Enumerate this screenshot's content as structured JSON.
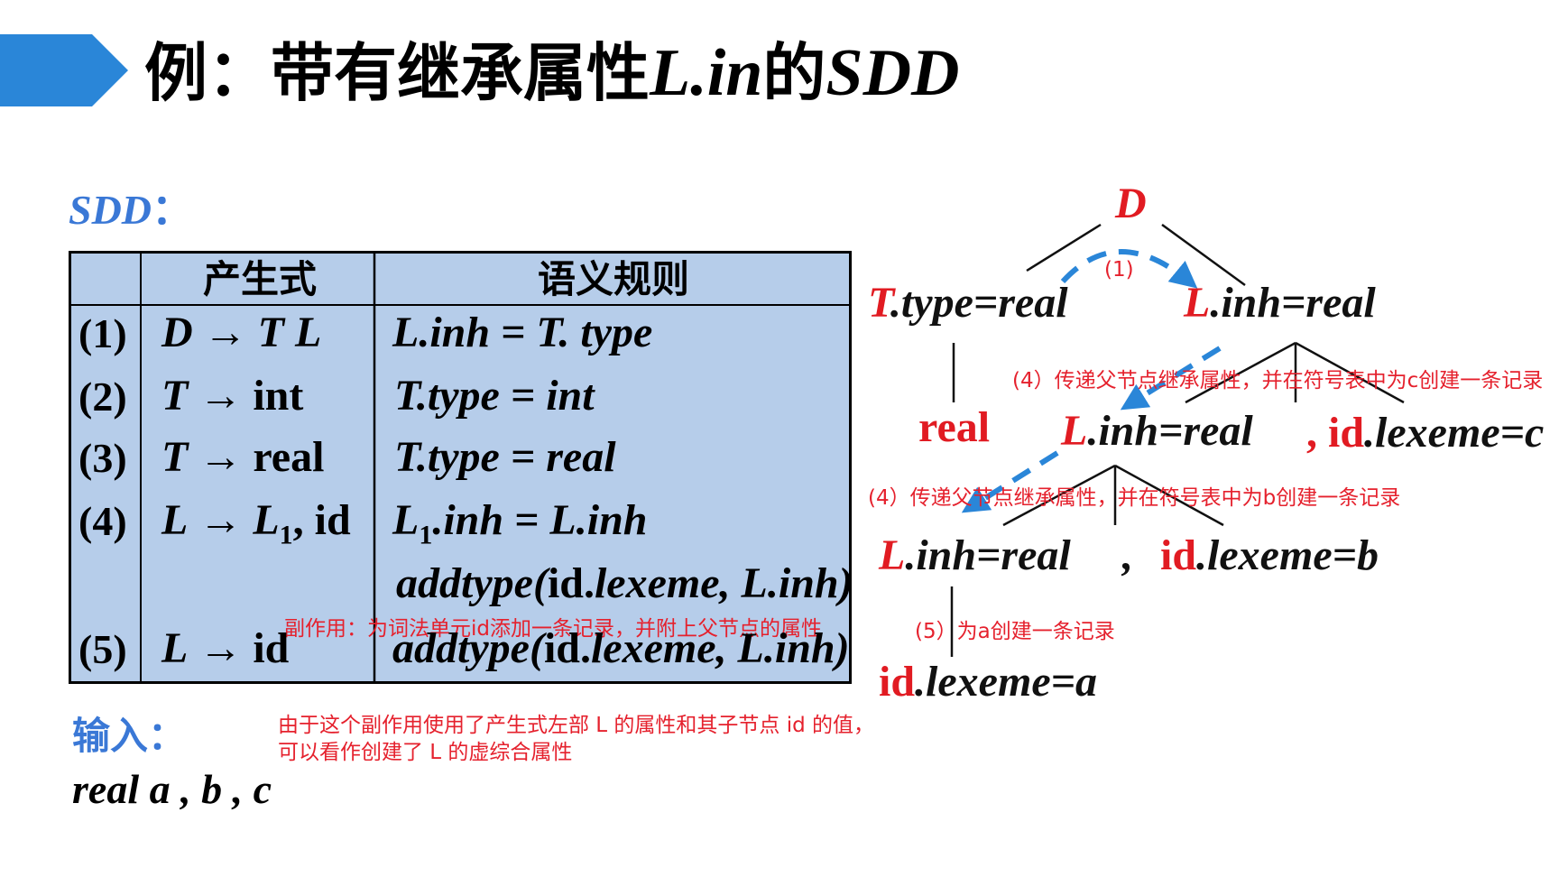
{
  "title": {
    "prefix": "例：带有继承属性",
    "attr": "L.in",
    "mid": "的",
    "suffix": "SDD"
  },
  "sdd_label": "SDD",
  "sdd_colon": "：",
  "table": {
    "headers": [
      "",
      "产生式",
      "语义规则"
    ],
    "rows": [
      {
        "num": "(1)",
        "lhs": "D",
        "arrow": "→",
        "rhs": "T L",
        "rule": "L.inh = T. type"
      },
      {
        "num": "(2)",
        "lhs": "T",
        "arrow": "→",
        "rhs": "int",
        "rule_a": "T.type",
        "rule_b": " = int"
      },
      {
        "num": "(3)",
        "lhs": "T",
        "arrow": "→",
        "rhs": "real",
        "rule_a": "T.type",
        "rule_b": " = real"
      },
      {
        "num": "(4)",
        "lhs": "L",
        "arrow": "→",
        "rhs_a": "L",
        "rhs_sub": "1",
        "rhs_b": ", id",
        "rule_a": "L",
        "rule_sub": "1",
        "rule_b": ".inh = L.inh",
        "rule2_a": "addtype(",
        "rule2_b": "id.",
        "rule2_c": "lexeme, L.inh)"
      },
      {
        "num": "(5)",
        "lhs": "L",
        "arrow": "→",
        "rhs": "id",
        "rule2_a": "addtype(",
        "rule2_b": "id.",
        "rule2_c": "lexeme, L.inh)"
      }
    ],
    "side_effect_note": "副作用：为词法单元id添加一条记录，并附上父节点的属性"
  },
  "input_label": "输入：",
  "input_value": "real a , b , c",
  "input_note_line1": "由于这个副作用使用了产生式左部 L 的属性和其子节点 id 的值，",
  "input_note_line2": "可以看作创建了 L 的虚综合属性",
  "tree": {
    "root": "D",
    "edge1_label": "(1)",
    "t_node_head": "T",
    "t_node_tail": ".type=real",
    "l1_head": "L",
    "l1_tail": ".inh=real",
    "real_leaf": "real",
    "note_c": "(4）传递父节点继承属性，并在符号表中为c创建一条记录",
    "l2_head": "L",
    "l2_tail": ".inh=real",
    "comma1": ",",
    "id_c_head": "id",
    "id_c_tail": ".lexeme=c",
    "note_b": "(4）传递父节点继承属性，并在符号表中为b创建一条记录",
    "l3_head": "L",
    "l3_tail": ".inh=real",
    "comma2": ",",
    "id_b_head": "id",
    "id_b_tail": ".lexeme=b",
    "note_a": "(5）为a创建一条记录",
    "id_a_head": "id",
    "id_a_tail": ".lexeme=a"
  },
  "colors": {
    "accent_blue": "#2a86d8",
    "label_blue": "#3a78d6",
    "table_bg": "#b6cdea",
    "red": "#e11b22"
  }
}
